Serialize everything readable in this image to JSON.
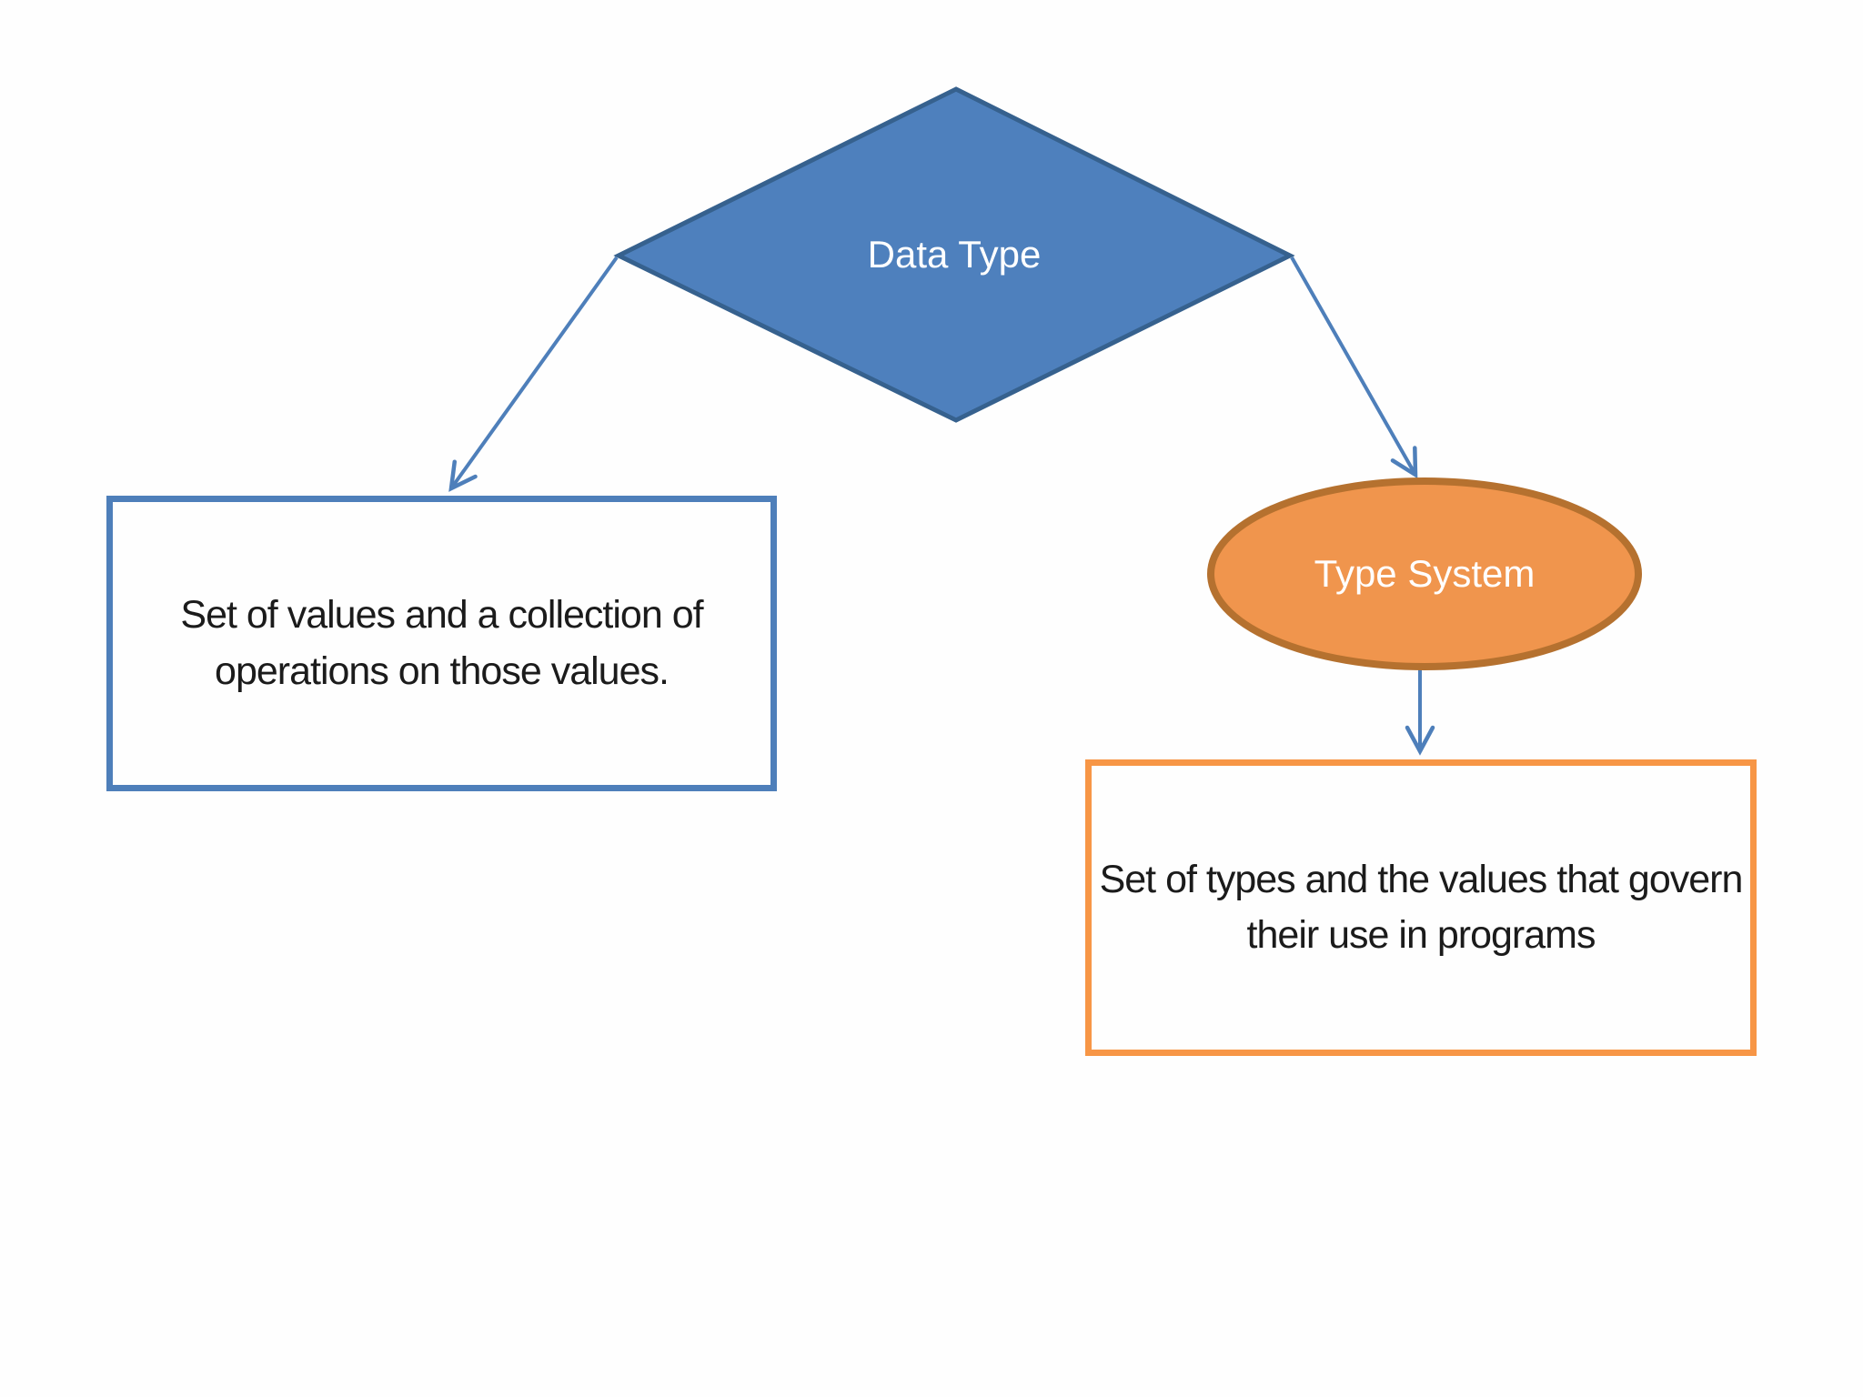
{
  "diagram": {
    "title": "Data Type diagram",
    "nodes": {
      "data_type": {
        "label": "Data Type",
        "shape": "diamond",
        "fill_color": "#4e80bd",
        "border_color": "#36618e",
        "text_color": "#ffffff"
      },
      "data_type_definition": {
        "text": "Set of values and a collection of operations on those values.",
        "shape": "rectangle",
        "border_color": "#4e7fba",
        "fill_color": "#fefefe",
        "text_color": "#1b1b1b"
      },
      "type_system": {
        "label": "Type System",
        "shape": "ellipse",
        "fill_color": "#f0954d",
        "border_color": "#b5712f",
        "text_color": "#ffffff"
      },
      "type_system_definition": {
        "text": "Set of types and the values that govern their use in programs",
        "shape": "rectangle",
        "border_color": "#f79646",
        "fill_color": "#fefefe",
        "text_color": "#1b1b1b"
      }
    },
    "connectors": [
      {
        "from": "data_type",
        "to": "data_type_definition",
        "style": "arrow",
        "color": "#4e7fba"
      },
      {
        "from": "data_type",
        "to": "type_system",
        "style": "arrow",
        "color": "#4e7fba"
      },
      {
        "from": "type_system",
        "to": "type_system_definition",
        "style": "arrow",
        "color": "#4e7fba"
      }
    ],
    "background_color": "#ffffff"
  }
}
